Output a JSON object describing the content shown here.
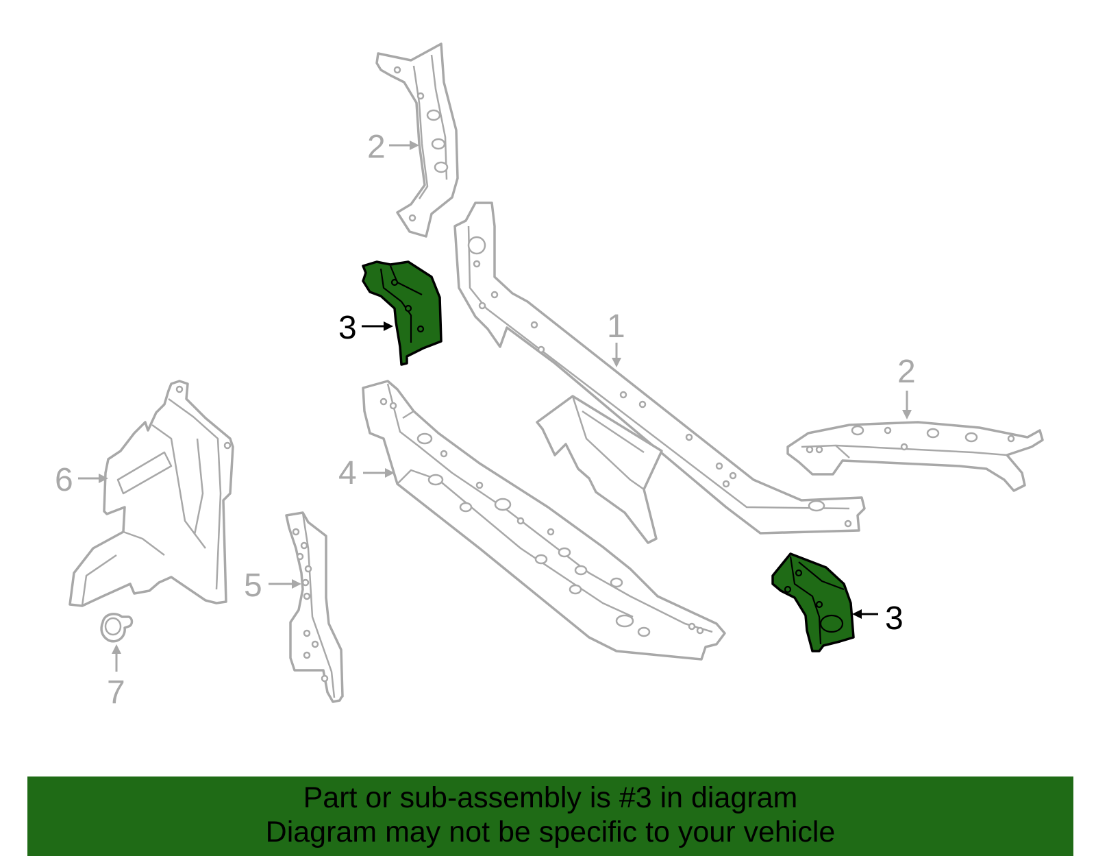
{
  "diagram": {
    "callouts": {
      "part1": "1",
      "part2_upper": "2",
      "part2_right": "2",
      "part3_upper": "3",
      "part3_lower": "3",
      "part4": "4",
      "part5": "5",
      "part6": "6",
      "part7": "7"
    },
    "highlight_part": "3",
    "colors": {
      "highlight_fill": "#1f6b16",
      "line_gray": "#a8a8a8",
      "banner_bg": "#1f6b16"
    }
  },
  "banner": {
    "line1": "Part or sub-assembly is #3 in diagram",
    "line2": "Diagram may not be specific to your vehicle"
  }
}
